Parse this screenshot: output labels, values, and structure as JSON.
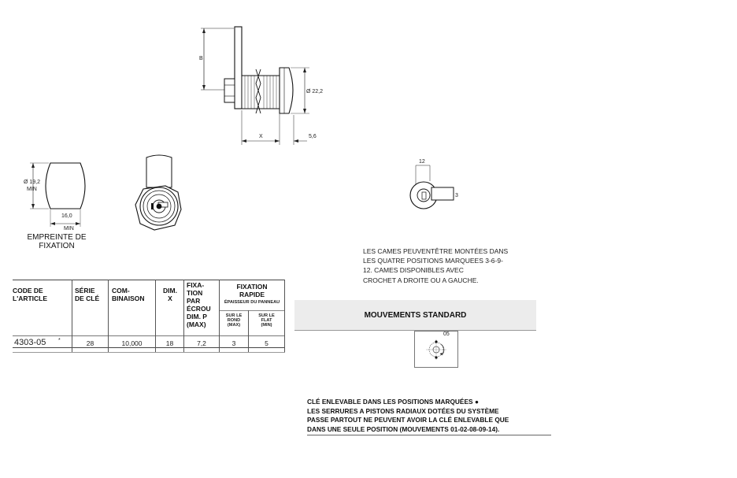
{
  "drawing": {
    "dim_b": "B",
    "dim_diameter": "Ø 22,2",
    "dim_x": "X",
    "dim_flange": "5,6",
    "cutout_diameter": "Ø 19,2",
    "cutout_diameter_min": "MIN",
    "cutout_width": "16,0",
    "cutout_width_min": "MIN",
    "cam_dim_top": "12",
    "cam_dim_right": "3"
  },
  "fixation_label": [
    "EMPREINTE DE",
    "FIXATION"
  ],
  "cam_note": [
    "LES CAMES PEUVENTÊTRE MONTÉES DANS",
    "LES QUATRE POSITIONS MARQUEES 3-6-9-",
    "12.  CAMES DISPONIBLES AVEC",
    "CROCHET A DROITE OU A GAUCHE."
  ],
  "table": {
    "headers": {
      "code": [
        "CODE DE",
        "L'ARTICLE"
      ],
      "serie": [
        "SÉRIE",
        "DE CLÉ"
      ],
      "combinaison": [
        "COM-",
        "BINAISON"
      ],
      "dim": [
        "DIM.",
        "X"
      ],
      "fixation_ecrou": [
        "FIXA-",
        "TION",
        "PAR",
        "ÉCROU",
        "DIM. P",
        "(MAX)"
      ],
      "fixation_rapide": [
        "FIXATION",
        "RAPIDE"
      ],
      "epaisseur": "ÉPAISSEUR DU PANNEAU",
      "sur_le_rond": [
        "SUR LE",
        "ROND",
        "(MAX)"
      ],
      "sur_le_flat": [
        "SUR LE",
        "FLAT",
        "(MIN)"
      ]
    },
    "rows": [
      {
        "code": "4303-05",
        "marker": "*",
        "serie": "28",
        "combinaison": "10,000",
        "dim_x": "18",
        "ecrou": "7,2",
        "rond": "3",
        "flat": "5"
      }
    ]
  },
  "movements": {
    "title": "MOUVEMENTS STANDARD",
    "code": "05"
  },
  "bottom_note": [
    "CLÉ ENLEVABLE DANS LES POSITIONS MARQUÉES ●",
    "LES SERRURES A PISTONS RADIAUX DOTÉES DU SYSTÈME",
    "PASSE PARTOUT NE PEUVENT AVOIR LA CLÉ ENLEVABLE QUE",
    "DANS UNE SEULE POSITION  (MOUVEMENTS 01-02-08-09-14)."
  ]
}
